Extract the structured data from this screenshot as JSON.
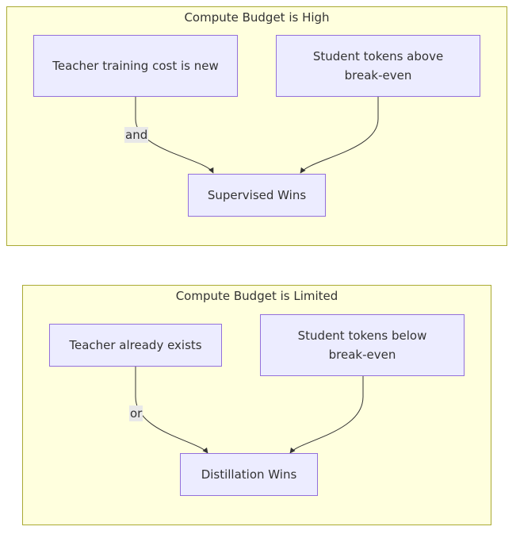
{
  "clusters": {
    "high": {
      "title": "Compute Budget is High",
      "nodes": {
        "teacher_cost": "Teacher training cost is new",
        "student_above": "Student tokens above break-even",
        "supervised": "Supervised Wins"
      },
      "edge_label": "and"
    },
    "limited": {
      "title": "Compute Budget is Limited",
      "nodes": {
        "teacher_exists": "Teacher already exists",
        "student_below": "Student tokens below break-even",
        "distillation": "Distillation Wins"
      },
      "edge_label": "or"
    }
  },
  "colors": {
    "cluster_fill": "#ffffde",
    "cluster_border": "#aaaa33",
    "node_fill": "#ececff",
    "node_border": "#9370db",
    "edge": "#333333",
    "edge_label_bg": "#e8e8e8"
  }
}
